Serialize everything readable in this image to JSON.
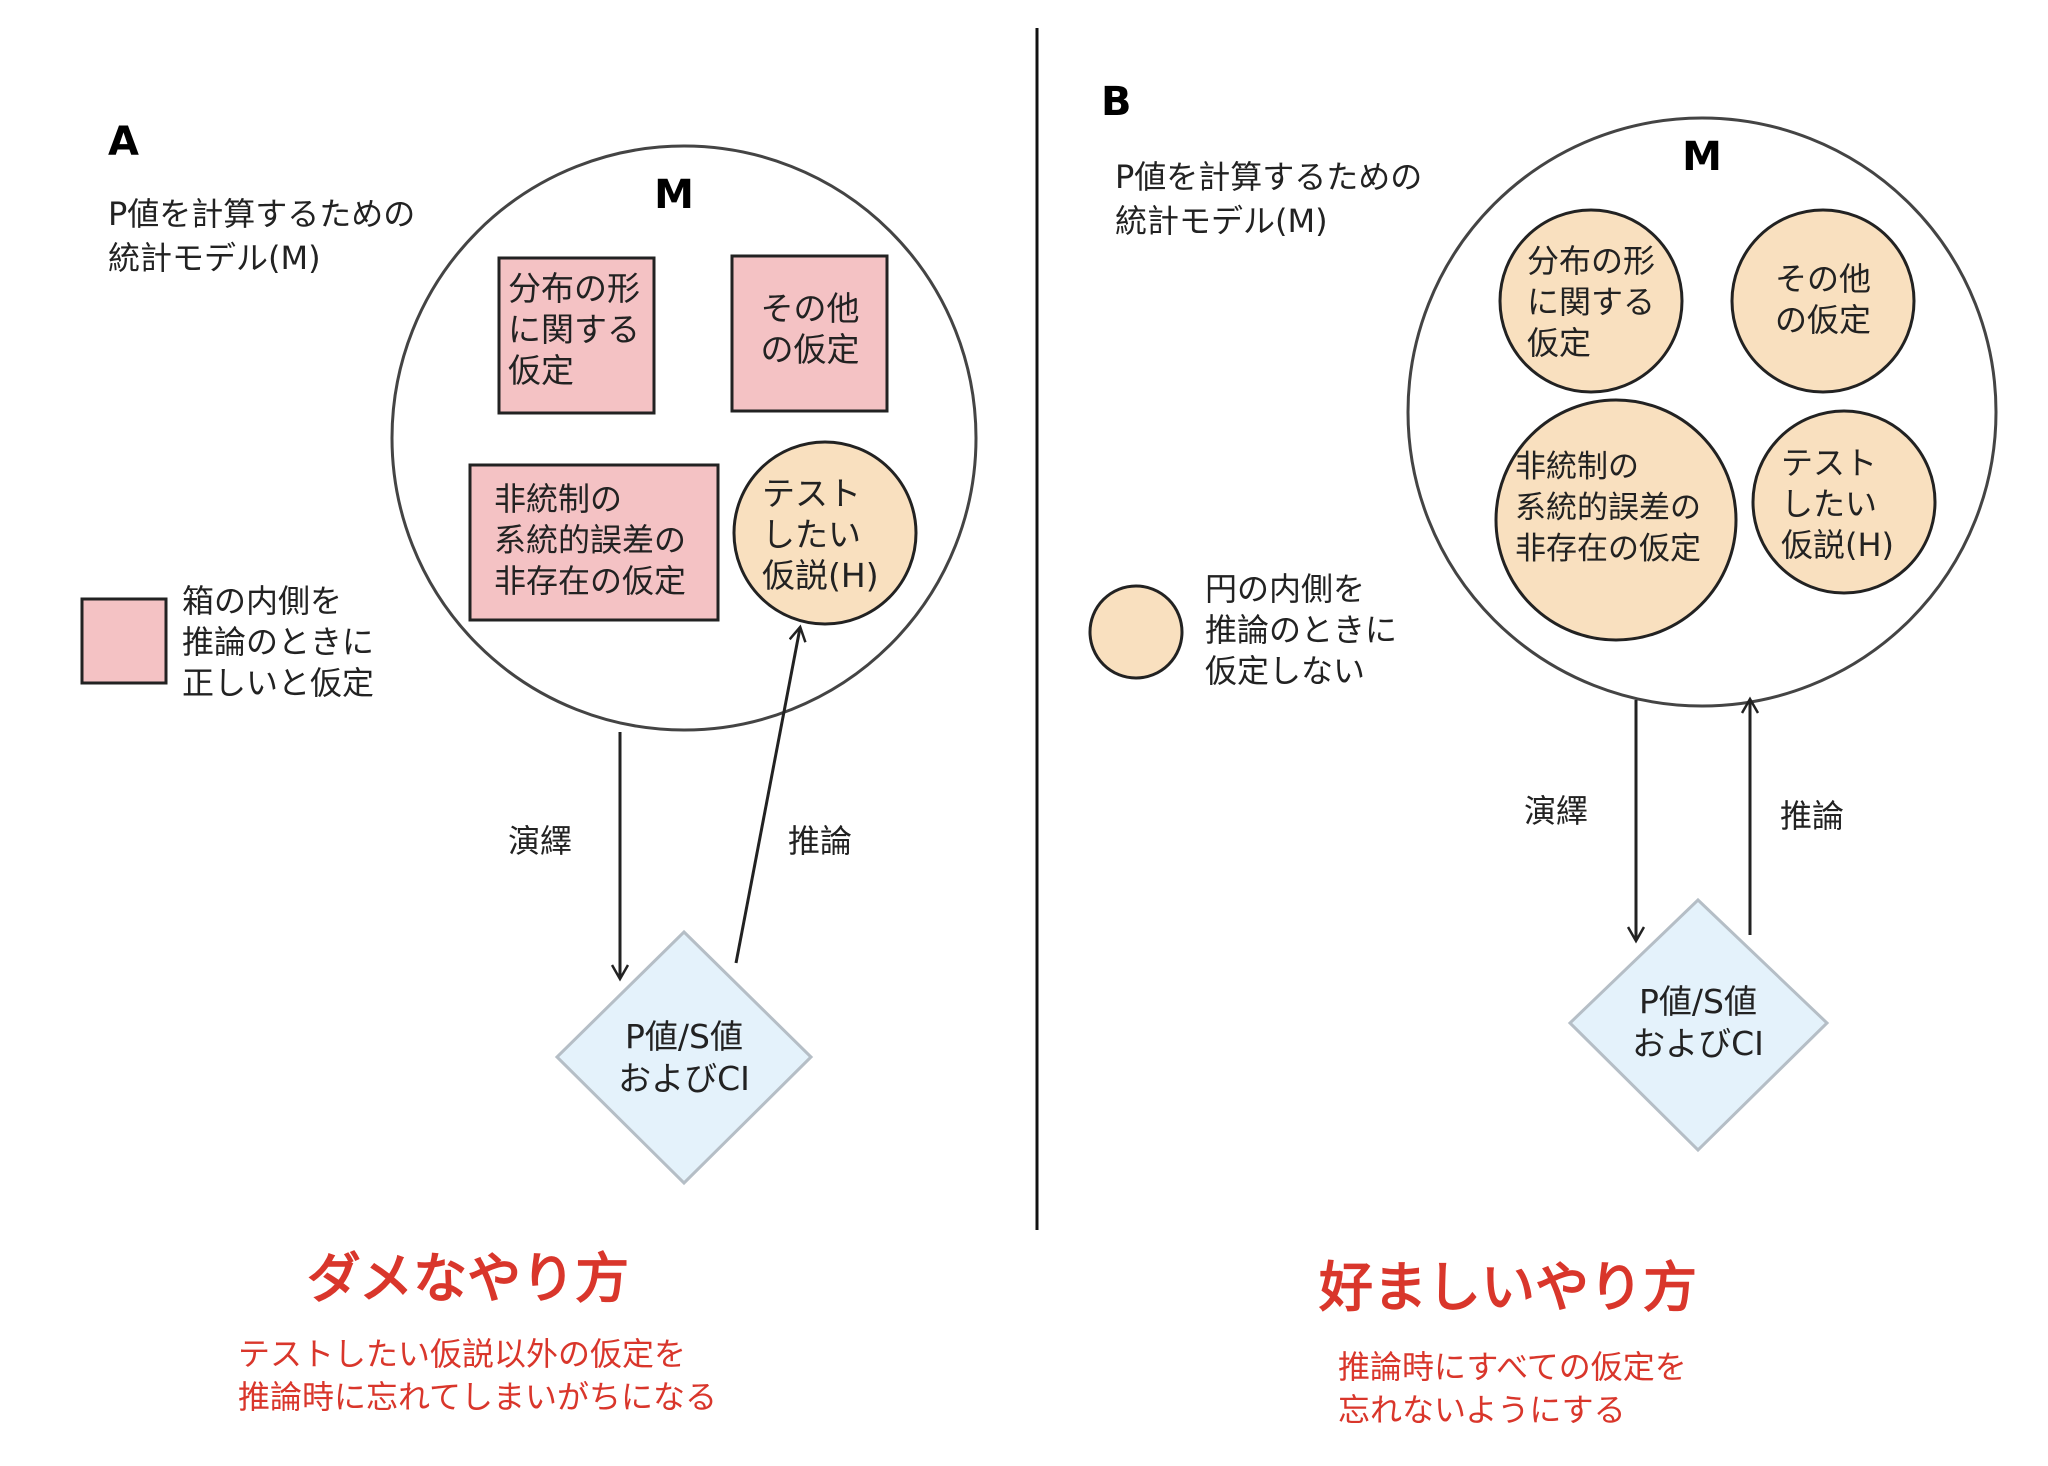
{
  "colors": {
    "assumed_box_fill": "#f4c2c4",
    "not_assumed_circle_fill": "#f9e0bf",
    "pvalue_diamond_fill": "#e4f2fb",
    "accent_red": "#d9362b",
    "line": "#222222"
  },
  "panel_a": {
    "letter": "A",
    "model_caption": [
      "P値を計算するための",
      "統計モデル(M)"
    ],
    "model_label": "M",
    "boxes": [
      {
        "name": "shape",
        "lines": [
          "分布の形",
          "に関する",
          "仮定"
        ]
      },
      {
        "name": "other",
        "lines": [
          "その他",
          "の仮定"
        ]
      },
      {
        "name": "no-bias",
        "lines": [
          "非統制の",
          "系統的誤差の",
          "非存在の仮定"
        ]
      }
    ],
    "test_hypothesis": [
      "テスト",
      "したい",
      "仮説(H)"
    ],
    "legend": [
      "箱の内側を",
      "推論のときに",
      "正しいと仮定"
    ],
    "deduction_label": "演繹",
    "inference_label": "推論",
    "pvalue": [
      "P値/S値",
      "およびCI"
    ],
    "verdict_title": "ダメなやり方",
    "verdict_desc": [
      "テストしたい仮説以外の仮定を",
      "推論時に忘れてしまいがちになる"
    ]
  },
  "panel_b": {
    "letter": "B",
    "model_caption": [
      "P値を計算するための",
      "統計モデル(M)"
    ],
    "model_label": "M",
    "circles": [
      {
        "name": "shape",
        "lines": [
          "分布の形",
          "に関する",
          "仮定"
        ]
      },
      {
        "name": "other",
        "lines": [
          "その他",
          "の仮定"
        ]
      },
      {
        "name": "no-bias",
        "lines": [
          "非統制の",
          "系統的誤差の",
          "非存在の仮定"
        ]
      },
      {
        "name": "test-hypothesis",
        "lines": [
          "テスト",
          "したい",
          "仮説(H)"
        ]
      }
    ],
    "legend": [
      "円の内側を",
      "推論のときに",
      "仮定しない"
    ],
    "deduction_label": "演繹",
    "inference_label": "推論",
    "pvalue": [
      "P値/S値",
      "およびCI"
    ],
    "verdict_title": "好ましいやり方",
    "verdict_desc": [
      "推論時にすべての仮定を",
      "忘れないようにする"
    ]
  }
}
